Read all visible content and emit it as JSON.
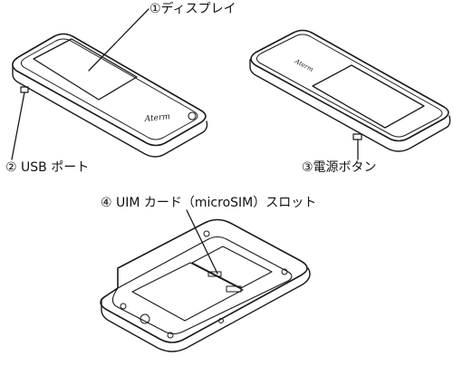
{
  "labels": {
    "display": "①ディスプレイ",
    "usb_port": "② USB ポート",
    "power_button": "③電源ボタン",
    "uim_slot": "④ UIM カード（microSIM）スロット"
  },
  "logo_text": "Aterm",
  "colors": {
    "line": "#1a1a1a",
    "screen": "#ffffff",
    "background": "#ffffff"
  }
}
